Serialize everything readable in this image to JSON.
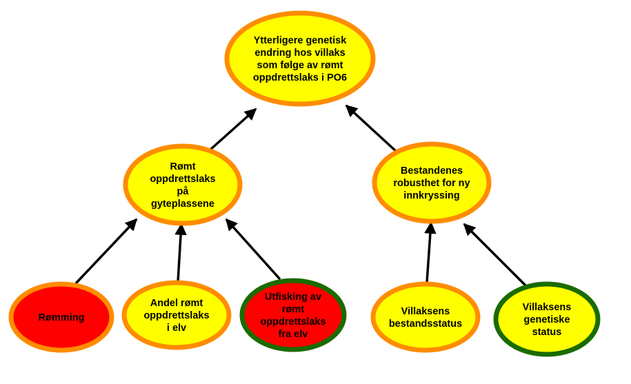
{
  "nodes": {
    "top": {
      "lines": [
        "Ytterligere genetisk",
        "endring hos villaks",
        "som følge av rømt",
        "oppdrettslaks i PO6"
      ],
      "fill": "#ffff00",
      "stroke": "#ff8c00"
    },
    "left_mid": {
      "lines": [
        "Rømt",
        "oppdrettslaks",
        "på",
        "gyteplassene"
      ],
      "fill": "#ffff00",
      "stroke": "#ff8c00"
    },
    "right_mid": {
      "lines": [
        "Bestandenes",
        "robusthet for ny",
        "innkryssing"
      ],
      "fill": "#ffff00",
      "stroke": "#ff8c00"
    },
    "romming": {
      "lines": [
        "Rømming"
      ],
      "fill": "#ff0000",
      "stroke": "#ff8c00"
    },
    "andel": {
      "lines": [
        "Andel rømt",
        "oppdrettslaks",
        "i elv"
      ],
      "fill": "#ffff00",
      "stroke": "#ff8c00"
    },
    "utfisking": {
      "lines": [
        "Utfisking av",
        "rømt",
        "oppdrettslaks",
        "fra elv"
      ],
      "fill": "#ff0000",
      "stroke": "#1a6b00"
    },
    "bestandsstatus": {
      "lines": [
        "Villaksens",
        "bestandsstatus"
      ],
      "fill": "#ffff00",
      "stroke": "#ff8c00"
    },
    "genetisk": {
      "lines": [
        "Villaksens",
        "genetiske",
        "status"
      ],
      "fill": "#ffff00",
      "stroke": "#1a6b00"
    }
  },
  "edges": [
    {
      "from": "left_mid",
      "to": "top"
    },
    {
      "from": "right_mid",
      "to": "top"
    },
    {
      "from": "romming",
      "to": "left_mid"
    },
    {
      "from": "andel",
      "to": "left_mid"
    },
    {
      "from": "utfisking",
      "to": "left_mid"
    },
    {
      "from": "bestandsstatus",
      "to": "right_mid"
    },
    {
      "from": "genetisk",
      "to": "right_mid"
    }
  ]
}
